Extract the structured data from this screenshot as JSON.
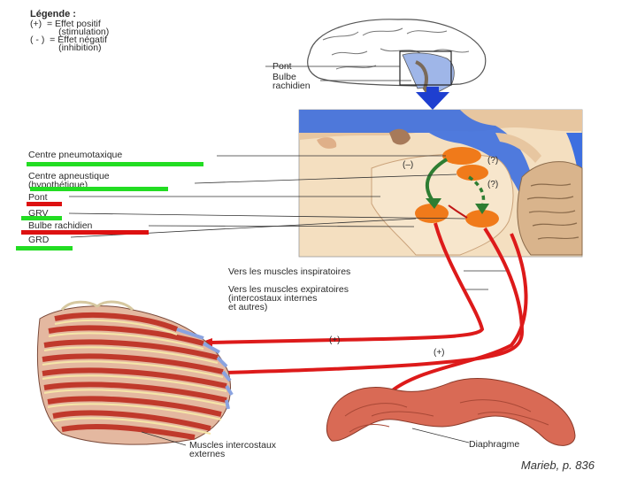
{
  "legend": {
    "title": "Légende :",
    "line1": "(+)  = Effet positif",
    "line2": "           (stimulation)",
    "line3": "( - )  = Effet négatif",
    "line4": "           (inhibition)"
  },
  "brain_labels": {
    "pont": "Pont",
    "bulbe": "Bulbe",
    "rachidien": "rachidien"
  },
  "left_labels": {
    "pneumotaxique": "Centre pneumotaxique",
    "apneustique_1": "Centre apneustique",
    "apneustique_2": "(hypothétique)",
    "pont": "Pont",
    "grv": "GRV",
    "bulbe_rachidien": "Bulbe rachidien",
    "grd": "GRD"
  },
  "signs": {
    "minus": "(–)",
    "q1": "(?)",
    "q2": "(?)",
    "plus1": "(+)",
    "plus2": "(+)"
  },
  "muscle_labels": {
    "inspiratoires": "Vers les muscles inspiratoires",
    "expiratoires_1": "Vers les muscles expiratoires",
    "expiratoires_2": "(intercostaux internes",
    "expiratoires_3": "et autres)",
    "intercostaux_1": "Muscles intercostaux",
    "intercostaux_2": "externes",
    "diaphragme": "Diaphragme"
  },
  "citation": "Marieb, p. 836",
  "colors": {
    "green_bar": "#22dd22",
    "red_bar": "#dd1111",
    "nerve_red": "#dd1a1a",
    "center_orange": "#f07a1a",
    "arrow_green": "#2e7d32",
    "csf_blue": "#3d6fe0",
    "tissue_beige": "#f2d9b0"
  }
}
